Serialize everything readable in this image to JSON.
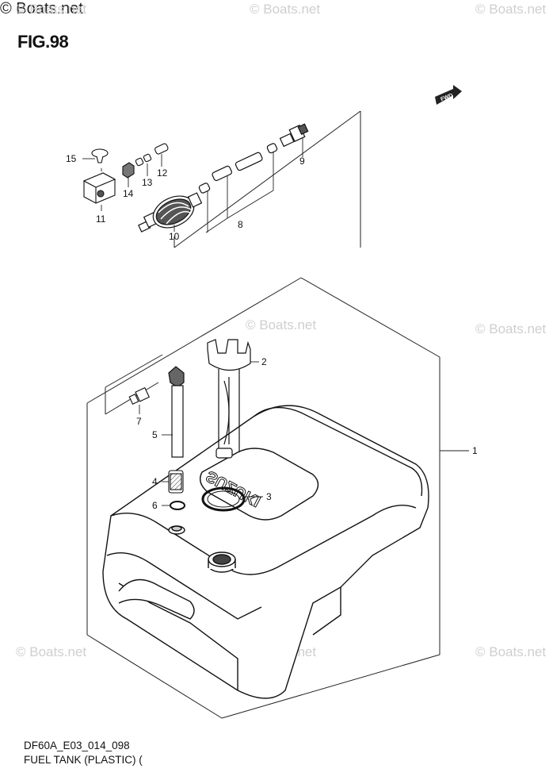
{
  "figure": {
    "title": "FIG.98"
  },
  "watermark": {
    "text": "© Boats.net"
  },
  "copyright": {
    "text": "© Boats.net"
  },
  "direction_badge": {
    "text": "FWD"
  },
  "tank_emboss": {
    "text": "SUZUKI"
  },
  "callouts": {
    "c1": "1",
    "c2": "2",
    "c3": "3",
    "c4": "4",
    "c5": "5",
    "c6": "6",
    "c7": "7",
    "c8": "8",
    "c9": "9",
    "c10": "10",
    "c11": "11",
    "c12": "12",
    "c13": "13",
    "c14": "14",
    "c15": "15"
  },
  "footer": {
    "code": "DF60A_E03_014_098",
    "caption": "FUEL TANK (PLASTIC) ("
  }
}
